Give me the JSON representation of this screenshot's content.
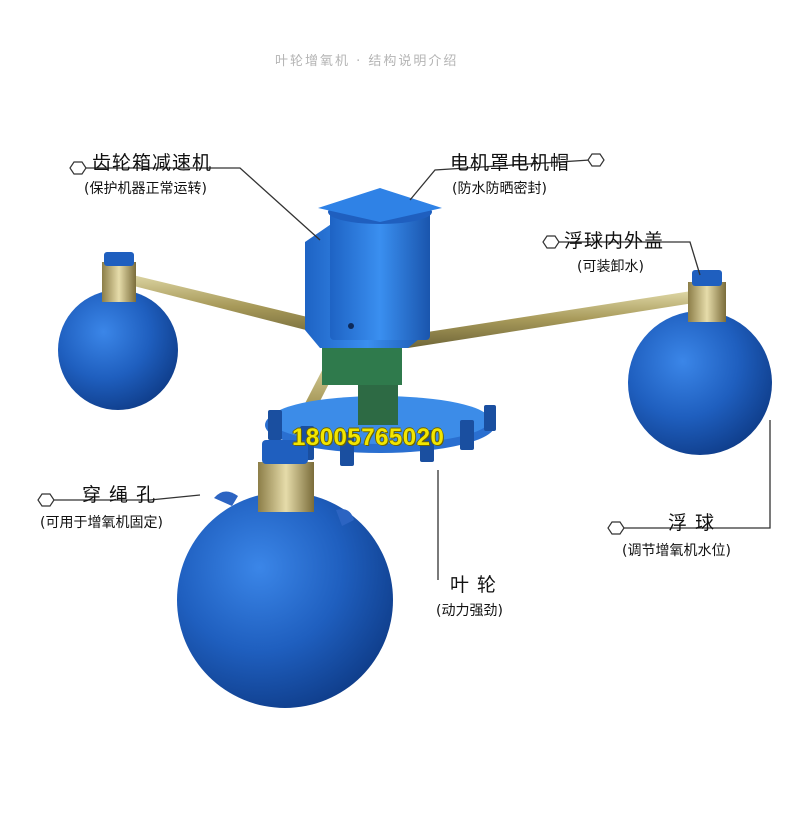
{
  "top_caption": "叶轮增氧机 · 结构说明介绍",
  "phone_number": "18005765020",
  "colors": {
    "float_blue": "#1f5fbf",
    "arm_metal": "#b8a866",
    "motor_blue": "#2d7fe0",
    "phone_yellow": "#f2e600"
  },
  "labels": {
    "gearbox": {
      "title": "齿轮箱减速机",
      "note": "(保护机器正常运转)"
    },
    "motor_cap": {
      "title": "电机罩电机帽",
      "note": "(防水防晒密封)"
    },
    "float_cap": {
      "title": "浮球内外盖",
      "note": "(可装卸水)"
    },
    "rope_hole": {
      "title": "穿 绳 孔",
      "note": "(可用于增氧机固定)"
    },
    "float": {
      "title": "浮  球",
      "note": "(调节增氧机水位)"
    },
    "impeller": {
      "title": "叶 轮",
      "note": "(动力强劲)"
    }
  }
}
